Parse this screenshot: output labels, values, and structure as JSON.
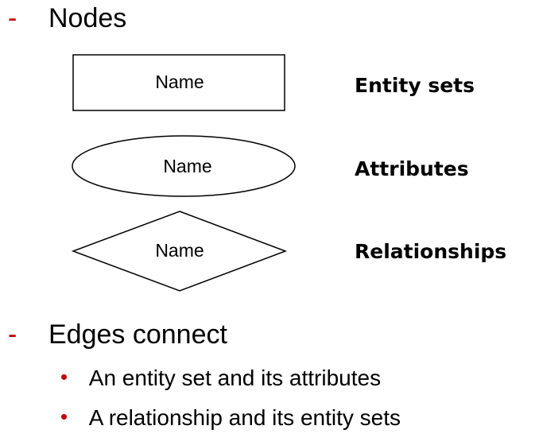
{
  "colors": {
    "accent": "#c00000",
    "text": "#000000",
    "stroke": "#000000"
  },
  "nodes_section": {
    "dash": "-",
    "heading": "Nodes"
  },
  "legend": [
    {
      "shape": "rectangle",
      "shape_label": "Name",
      "label": "Entity sets"
    },
    {
      "shape": "ellipse",
      "shape_label": "Name",
      "label": "Attributes"
    },
    {
      "shape": "diamond",
      "shape_label": "Name",
      "label": "Relationships"
    }
  ],
  "edges_section": {
    "dash": "-",
    "heading": "Edges connect",
    "items": [
      "An entity set and its attributes",
      "A relationship and its entity sets"
    ]
  }
}
